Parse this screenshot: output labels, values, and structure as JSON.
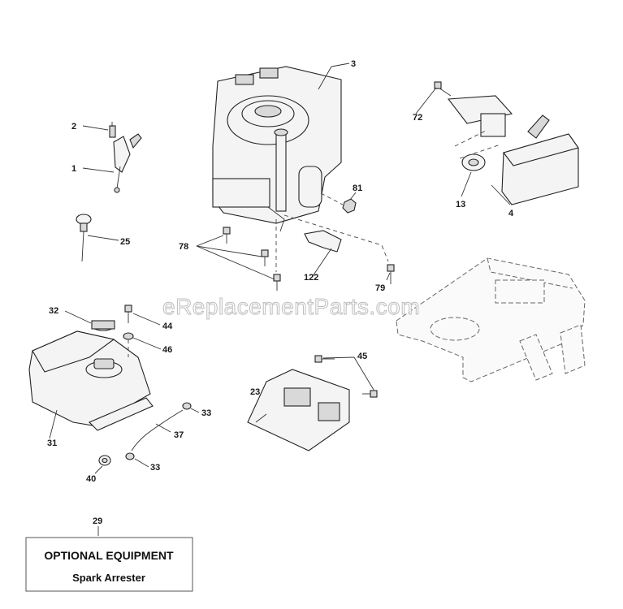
{
  "watermark": "eReplacementParts.com",
  "part_labels": {
    "p1": "1",
    "p2": "2",
    "p3": "3",
    "p4": "4",
    "p13": "13",
    "p23": "23",
    "p25": "25",
    "p29": "29",
    "p31": "31",
    "p32": "32",
    "p33a": "33",
    "p33b": "33",
    "p37": "37",
    "p40": "40",
    "p44": "44",
    "p45": "45",
    "p46": "46",
    "p72": "72",
    "p78": "78",
    "p79": "79",
    "p81": "81",
    "p122": "122"
  },
  "optional_box": {
    "title": "OPTIONAL EQUIPMENT",
    "subtitle": "Spark Arrester"
  }
}
